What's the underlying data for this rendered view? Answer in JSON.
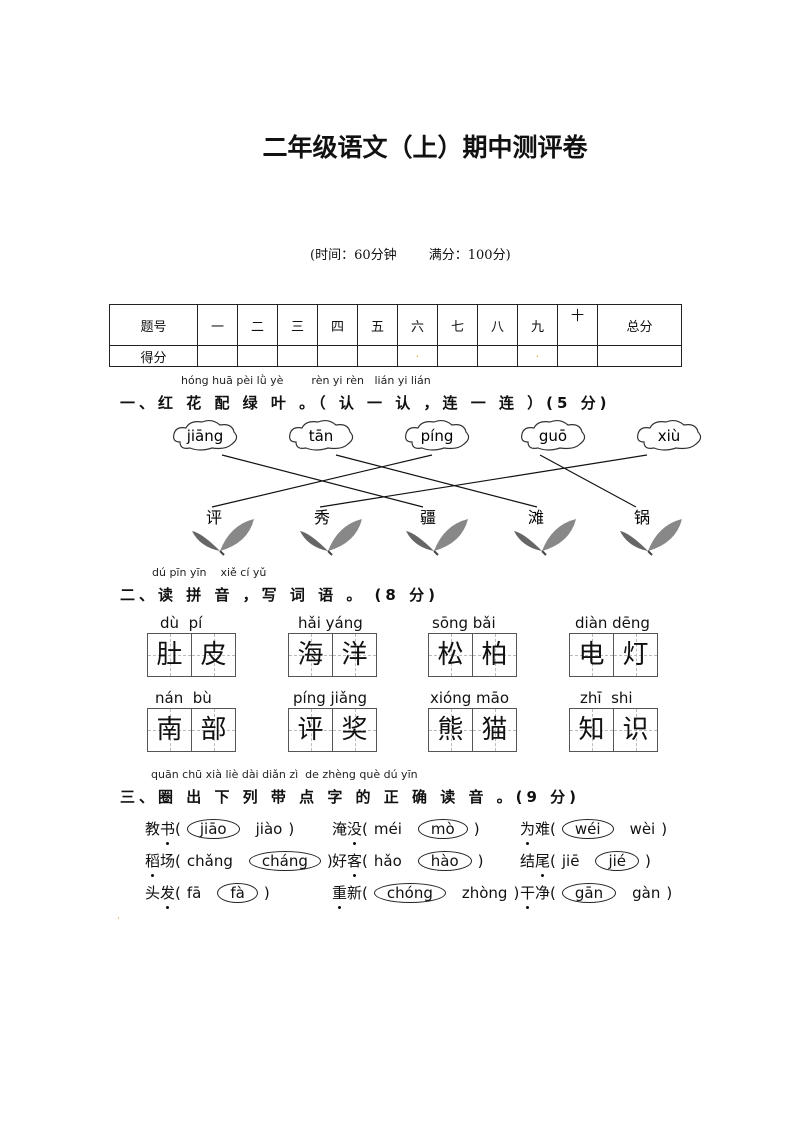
{
  "title": "二年级语文（上）期中测评卷",
  "meta": {
    "time": "(时间：60分钟",
    "full": "满分：100分)"
  },
  "score_table": {
    "header": [
      "题号",
      "一",
      "二",
      "三",
      "四",
      "五",
      "六",
      "七",
      "八",
      "九",
      "十",
      "总分"
    ],
    "row_label": "得分"
  },
  "section1": {
    "pinyin": "hóng huā pèi lǜ yè        rèn yi rèn   lián yi lián",
    "heading": "一、红 花 配 绿 叶 。（ 认 一 认 ，连 一 连 ）(5 分)",
    "clouds": [
      "jiāng",
      "tān",
      "píng",
      "guō",
      "xiù"
    ],
    "leaves": [
      "评",
      "秀",
      "疆",
      "滩",
      "锅"
    ]
  },
  "section2": {
    "pinyin": "dú pīn yīn    xiě cí yǔ",
    "heading": "二、读 拼 音 ，写 词 语 。 (8 分)",
    "words": [
      {
        "py": "dù  pí",
        "chars": [
          "肚",
          "皮"
        ]
      },
      {
        "py": "hǎi yáng",
        "chars": [
          "海",
          "洋"
        ]
      },
      {
        "py": "sōng bǎi",
        "chars": [
          "松",
          "柏"
        ]
      },
      {
        "py": "diàn dēng",
        "chars": [
          "电",
          "灯"
        ]
      },
      {
        "py": "nán  bù",
        "chars": [
          "南",
          "部"
        ]
      },
      {
        "py": "píng jiǎng",
        "chars": [
          "评",
          "奖"
        ]
      },
      {
        "py": "xióng māo",
        "chars": [
          "熊",
          "猫"
        ]
      },
      {
        "py": "zhī  shi",
        "chars": [
          "知",
          "识"
        ]
      }
    ]
  },
  "section3": {
    "pinyin": "quān chū xià liè dài diǎn zì  de zhèng què dú yīn",
    "heading": "三、圈  出 下 列 带 点 字 的  正  确 读 音 。(9 分)",
    "items": [
      {
        "pre": "教",
        "dot": "书",
        "a": "jiāo",
        "b": "jiào",
        "circled": "a"
      },
      {
        "pre": "淹",
        "dot": "没",
        "a": "méi",
        "b": "mò",
        "circled": "b"
      },
      {
        "pre": "",
        "dot": "为",
        "post": "难",
        "a": "wéi",
        "b": "wèi",
        "circled": "a"
      },
      {
        "pre": "",
        "dot": "稻",
        "post": "场",
        "a": "chǎng",
        "b": "cháng",
        "circled": "b"
      },
      {
        "pre": "好",
        "dot": "客",
        "a": "hǎo",
        "b": "hào",
        "circled": "b"
      },
      {
        "pre": "结",
        "dot": "尾",
        "a": "jiē",
        "b": "jié",
        "circled": "b"
      },
      {
        "pre": "头",
        "dot": "发",
        "a": "fā",
        "b": "fà",
        "circled": "b"
      },
      {
        "pre": "",
        "dot": "重",
        "post": "新",
        "a": "chóng",
        "b": "zhòng",
        "circled": "a"
      },
      {
        "pre": "",
        "dot": "干",
        "post": "净",
        "a": "gān",
        "b": "gàn",
        "circled": "a"
      }
    ]
  }
}
